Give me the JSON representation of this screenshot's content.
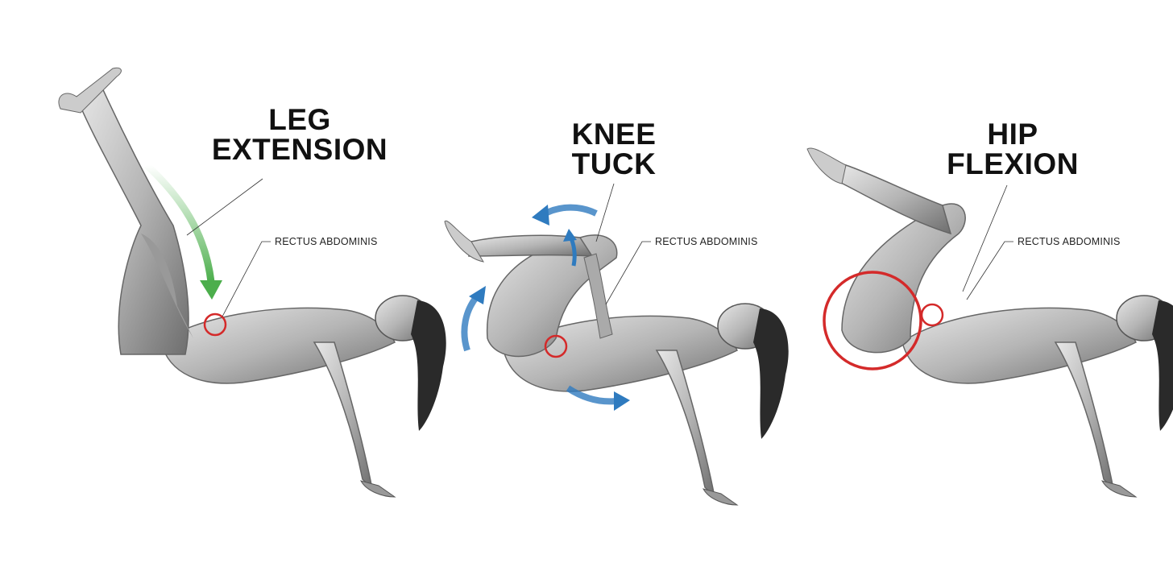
{
  "panels": [
    {
      "title_line1": "LEG",
      "title_line2": "EXTENSION",
      "muscle_label": "RECTUS ABDOMINIS",
      "arrow_color": "#5cb85c"
    },
    {
      "title_line1": "KNEE",
      "title_line2": "TUCK",
      "muscle_label": "RECTUS ABDOMINIS",
      "arrow_color": "#2f7bbf"
    },
    {
      "title_line1": "HIP",
      "title_line2": "FLEXION",
      "muscle_label": "RECTUS ABDOMINIS",
      "arrow_color": "#2f7bbf"
    }
  ],
  "colors": {
    "highlight_circle": "#d42a2a",
    "figure": "#b8b8b8",
    "figure_dark": "#555555",
    "hair": "#2a2a2a"
  }
}
